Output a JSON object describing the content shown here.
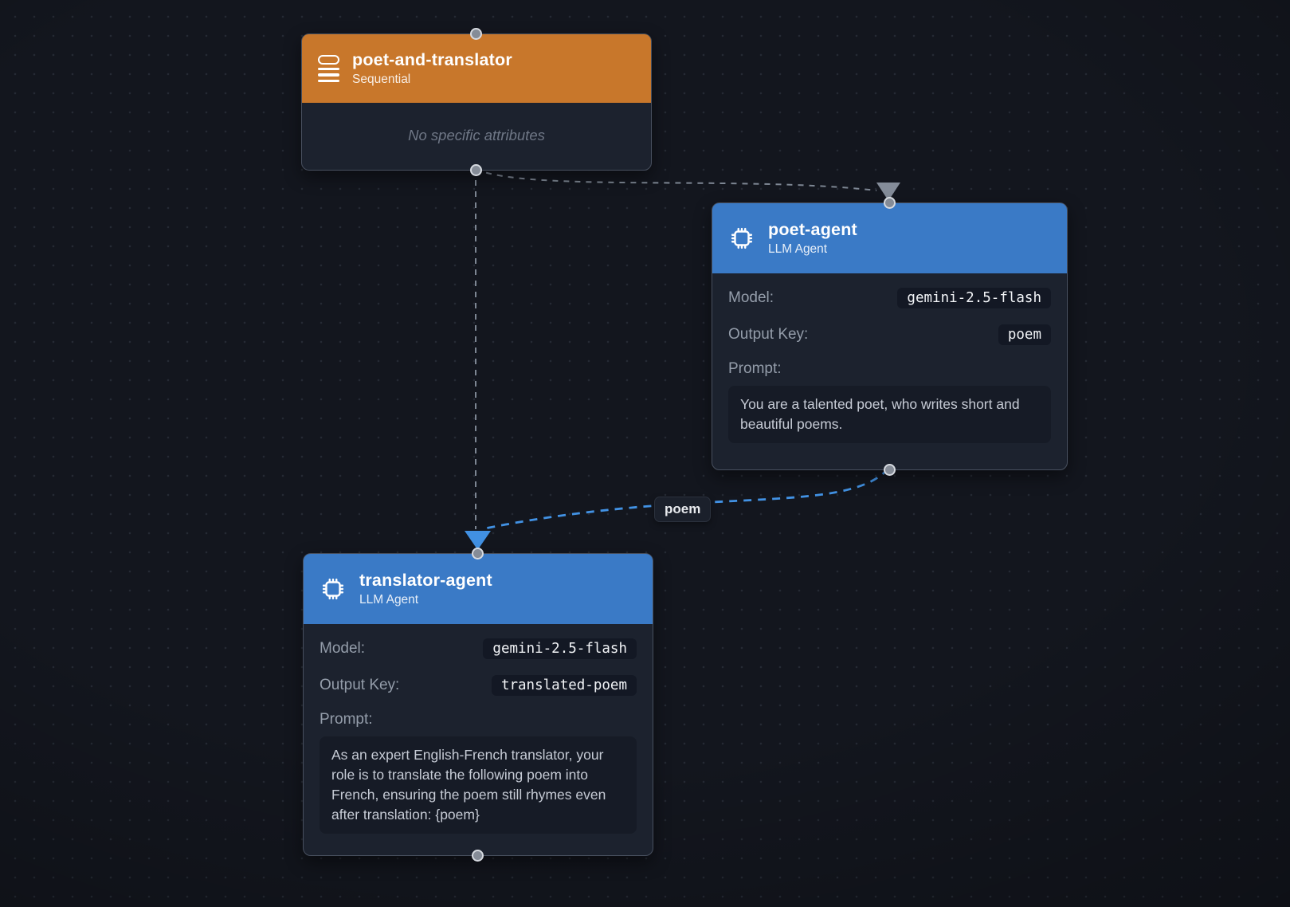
{
  "canvas": {
    "background_color": "#13161e",
    "grid_dot_color": "#252a34"
  },
  "nodes": [
    {
      "id": "poet-and-translator",
      "title": "poet-and-translator",
      "subtitle": "Sequential",
      "icon": "sequential-list-icon",
      "header_color": "#c8772b",
      "body_note": "No specific attributes"
    },
    {
      "id": "poet-agent",
      "title": "poet-agent",
      "subtitle": "LLM Agent",
      "icon": "cpu-chip-icon",
      "header_color": "#3a7ac6",
      "fields": {
        "model_label": "Model:",
        "model_value": "gemini-2.5-flash",
        "output_key_label": "Output Key:",
        "output_key_value": "poem",
        "prompt_label": "Prompt:",
        "prompt_text": "You are a talented poet, who writes short and beautiful poems."
      }
    },
    {
      "id": "translator-agent",
      "title": "translator-agent",
      "subtitle": "LLM Agent",
      "icon": "cpu-chip-icon",
      "header_color": "#3a7ac6",
      "fields": {
        "model_label": "Model:",
        "model_value": "gemini-2.5-flash",
        "output_key_label": "Output Key:",
        "output_key_value": "translated-poem",
        "prompt_label": "Prompt:",
        "prompt_text": "As an expert English-French translator, your role is to translate the following poem into French, ensuring the poem still rhymes even after translation: {poem}"
      }
    }
  ],
  "edges": [
    {
      "from": "poet-and-translator",
      "to": "poet-agent",
      "style": "dashed",
      "color": "#8a92a0"
    },
    {
      "from": "poet-and-translator",
      "to": "translator-agent",
      "style": "dashed",
      "color": "#8a92a0"
    },
    {
      "from": "poet-agent",
      "to": "translator-agent",
      "style": "dashed",
      "color": "#4292e4",
      "label": "poem"
    }
  ]
}
